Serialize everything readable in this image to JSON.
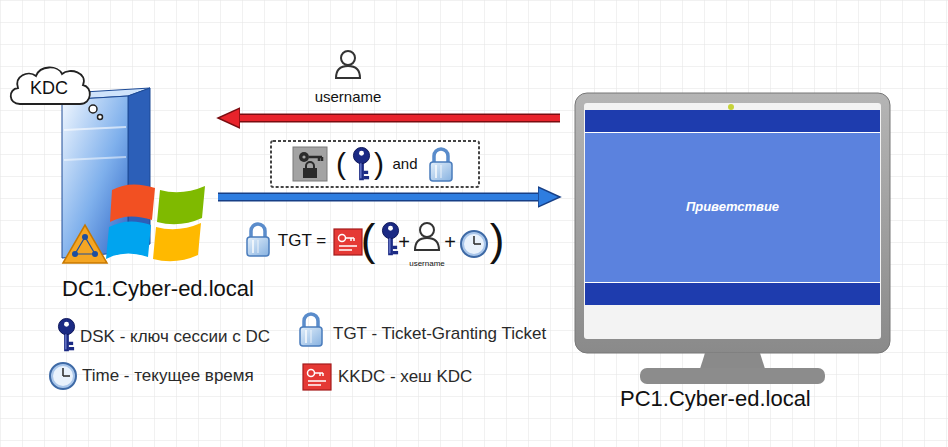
{
  "diagram": {
    "nodes": [
      {
        "text": [
          "KDC"
        ]
      },
      {
        "text": [
          "DC1.Cyber-ed.local"
        ]
      },
      {
        "text": [
          "and"
        ]
      },
      {
        "text": [
          "PC1.Cyber-ed.local"
        ]
      },
      {
        "text": [
          "Приветствие"
        ],
        "in": 3
      }
    ],
    "edges": [
      {
        "from": 3,
        "to": 1,
        "arrow": "to",
        "label": "username"
      },
      {
        "from": 1,
        "to": 3,
        "arrow": "to"
      }
    ],
    "labels": [
      "(",
      ")",
      "TGT =",
      "(",
      "+",
      "username",
      "+",
      ")"
    ],
    "legend": [
      {
        "text": "DSK - ключ сессии с DC"
      },
      {
        "text": "TGT - Ticket-Granting Ticket"
      },
      {
        "text": "Time - текущее время"
      },
      {
        "text": "KKDC - хеш KDC"
      }
    ]
  }
}
